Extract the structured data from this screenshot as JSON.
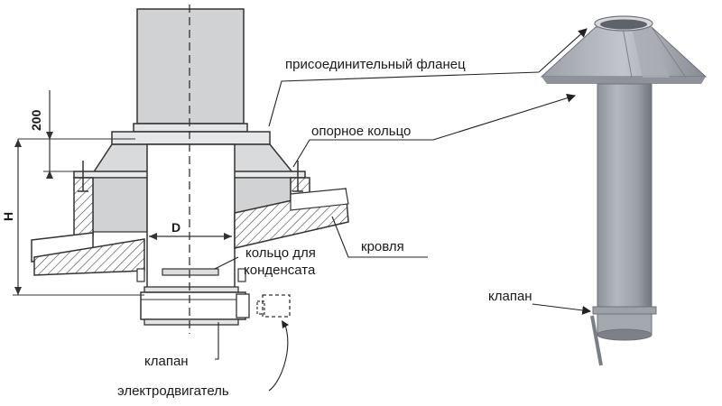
{
  "labels": {
    "flange": "присоединительный фланец",
    "ring": "опорное кольцо",
    "roof": "кровля",
    "condensate_line1": "кольцо для",
    "condensate_line2": "конденсата",
    "valve_left": "клапан",
    "motor": "электродвигатель",
    "valve_right": "клапан"
  },
  "dimensions": {
    "offset": "200",
    "height": "H",
    "diameter": "D"
  }
}
